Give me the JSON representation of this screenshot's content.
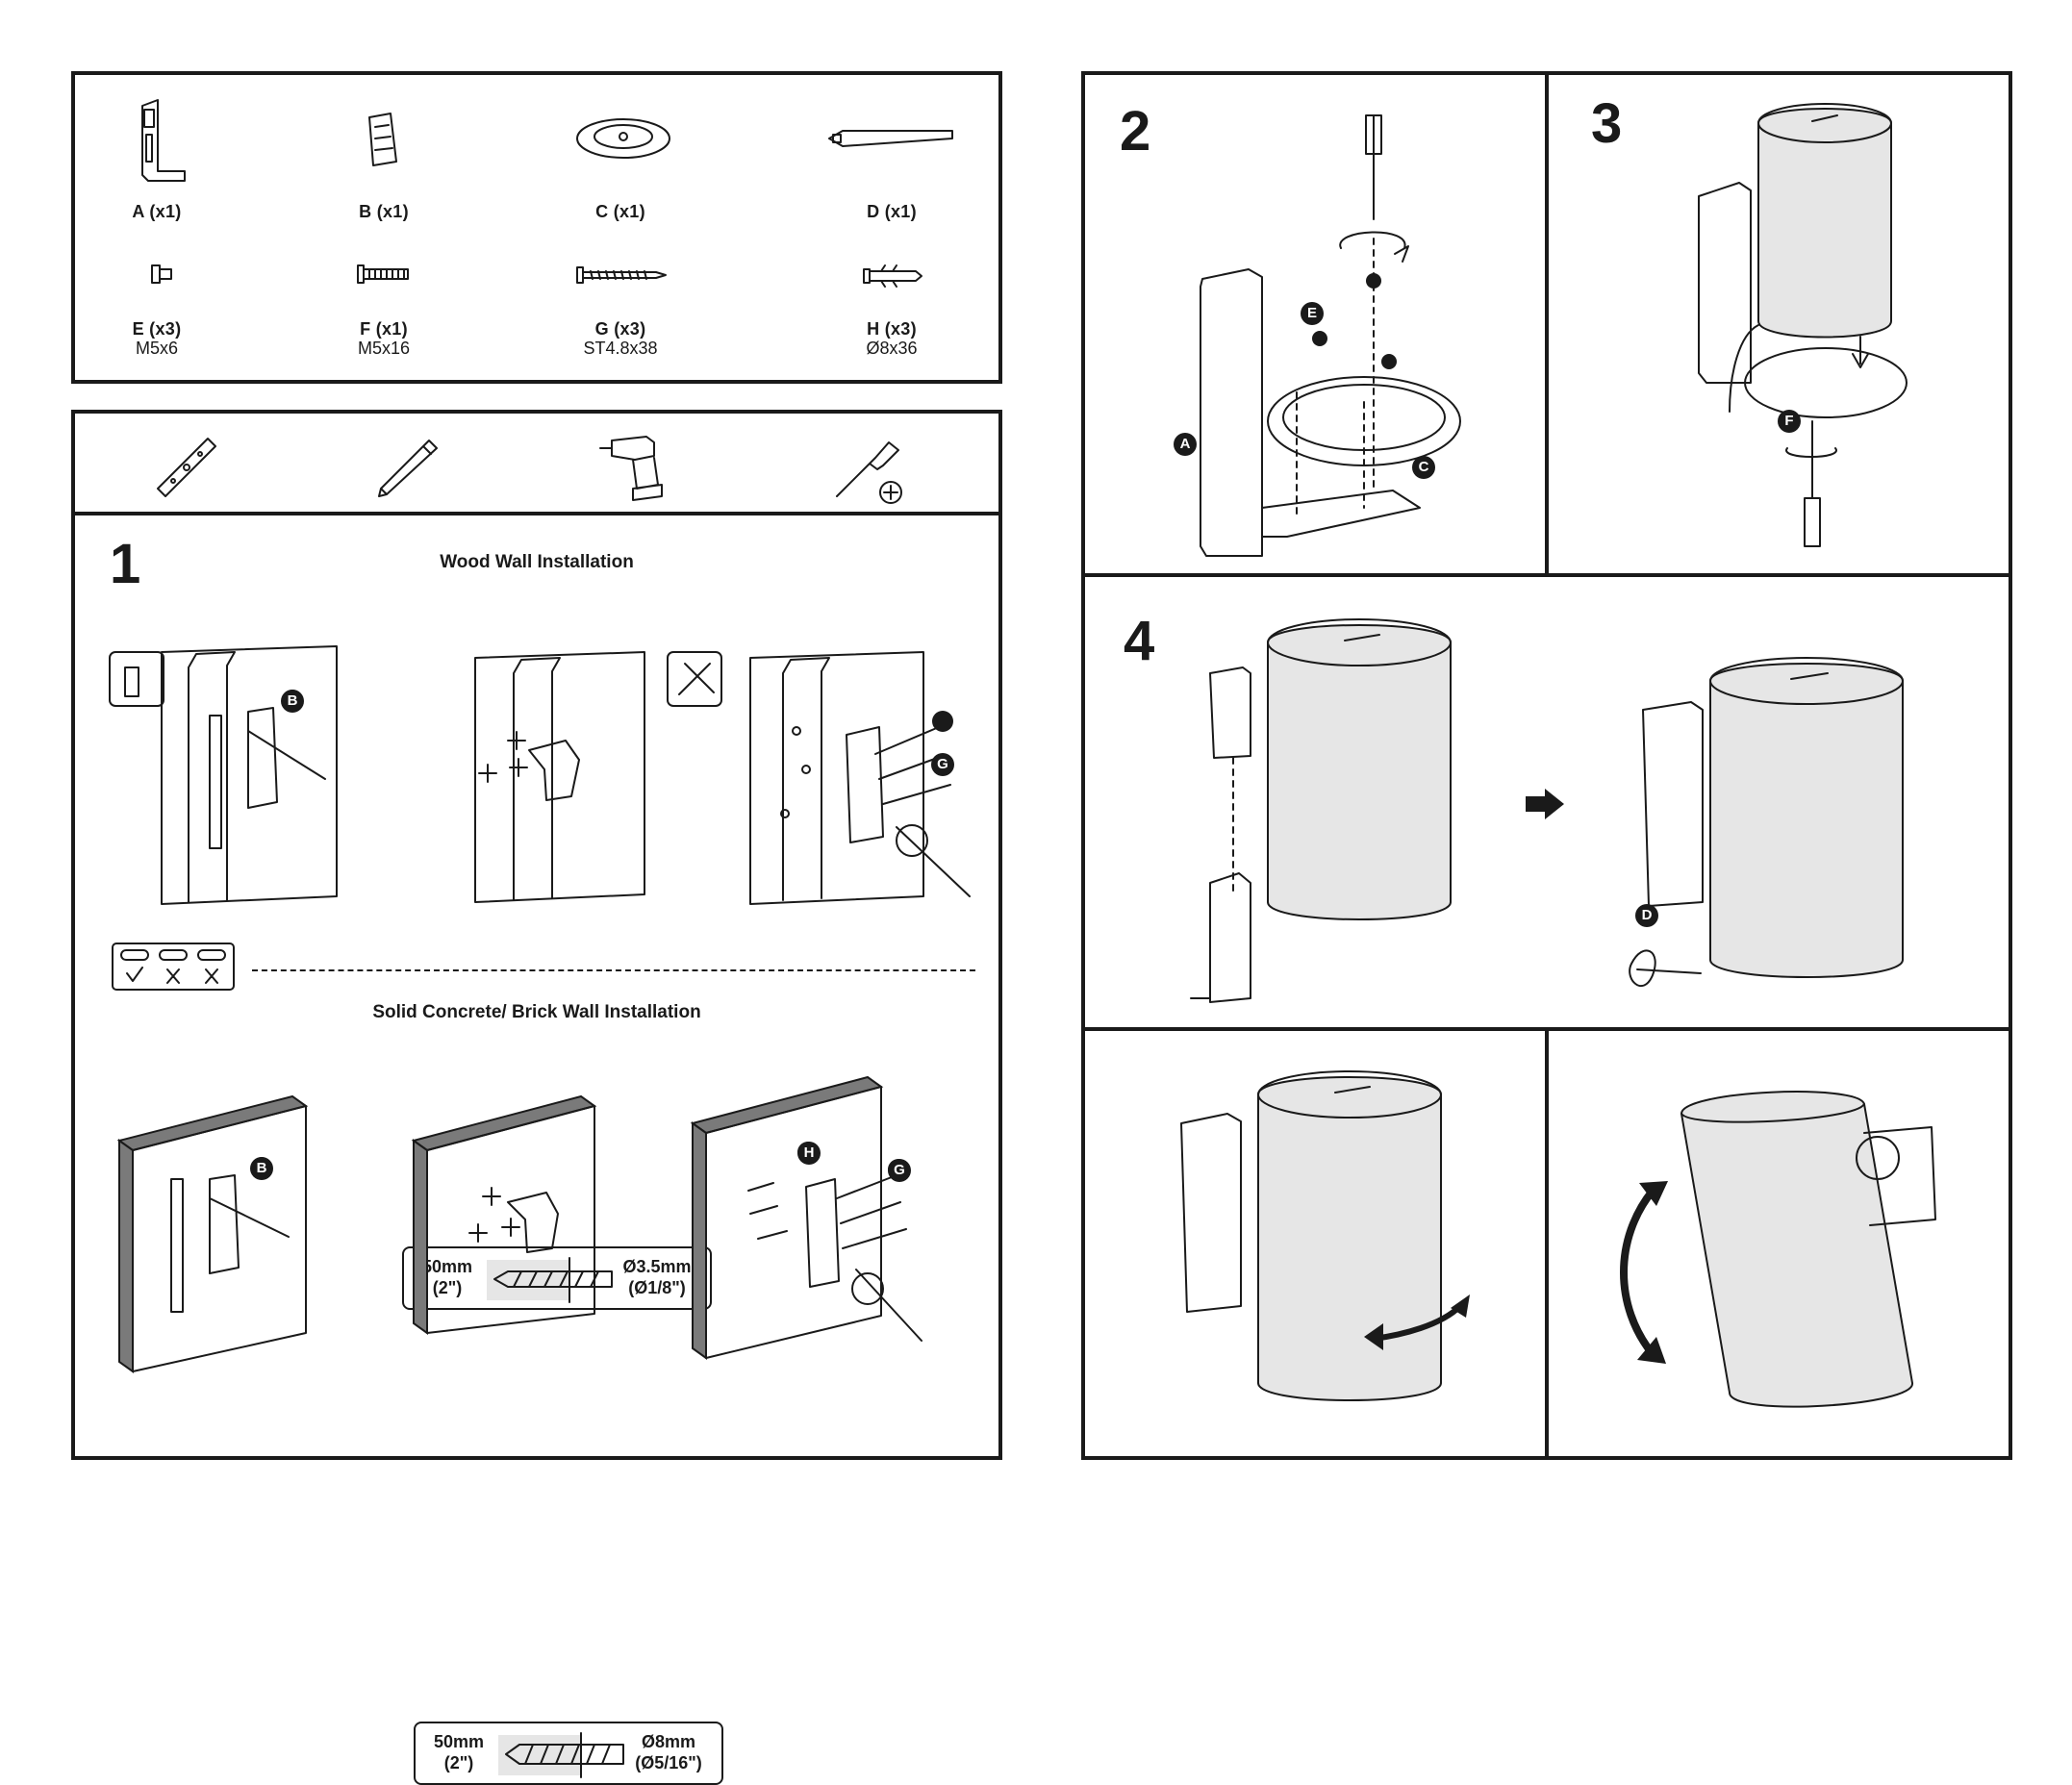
{
  "parts": [
    {
      "label": "A (x1)",
      "size": ""
    },
    {
      "label": "B (x1)",
      "size": ""
    },
    {
      "label": "C (x1)",
      "size": ""
    },
    {
      "label": "D (x1)",
      "size": ""
    },
    {
      "label": "E (x3)",
      "size": "M5x6"
    },
    {
      "label": "F (x1)",
      "size": "M5x16"
    },
    {
      "label": "G (x3)",
      "size": "ST4.8x38"
    },
    {
      "label": "H (x3)",
      "size": "Ø8x36"
    }
  ],
  "tools": [
    "level-icon",
    "pencil-icon",
    "drill-icon",
    "phillips-screwdriver-icon"
  ],
  "step1": {
    "number": "1",
    "wood_title": "Wood Wall Installation",
    "concrete_title": "Solid Concrete/ Brick Wall Installation",
    "wood_drill": {
      "depth": "50mm",
      "depth_in": "(2\")",
      "diameter": "Ø3.5mm",
      "diameter_in": "(Ø1/8\")"
    },
    "concrete_drill": {
      "depth": "50mm",
      "depth_in": "(2\")",
      "diameter": "Ø8mm",
      "diameter_in": "(Ø5/16\")"
    },
    "callouts": {
      "b": "B",
      "g": "G",
      "h": "H"
    }
  },
  "step2": {
    "number": "2",
    "callouts": {
      "e": "E",
      "a": "A",
      "c": "C"
    }
  },
  "step3": {
    "number": "3",
    "callouts": {
      "f": "F"
    }
  },
  "step4": {
    "number": "4",
    "callouts": {
      "d": "D"
    }
  },
  "colors": {
    "line": "#1a1a1a",
    "speaker": "#e6e6e6",
    "wall_edge": "#7a7a7a"
  }
}
